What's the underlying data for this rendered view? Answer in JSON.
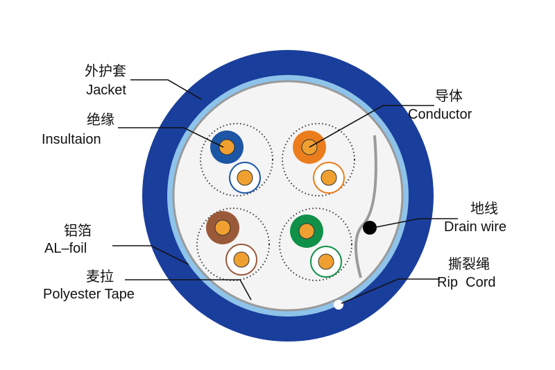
{
  "labels": {
    "jacket": {
      "zh": "外护套",
      "en": "Jacket"
    },
    "insulation": {
      "zh": "绝缘",
      "en": "Insultaion"
    },
    "al_foil": {
      "zh": "铝箔",
      "en": "AL–foil"
    },
    "polyester_tape": {
      "zh": "麦拉",
      "en": "Polyester Tape"
    },
    "conductor": {
      "zh": "导体",
      "en": "Conductor"
    },
    "drain_wire": {
      "zh": "地线",
      "en": "Drain wire"
    },
    "rip_cord": {
      "zh": "撕裂绳",
      "en": "Rip  Cord"
    }
  },
  "colors": {
    "jacket": "#1a3e9c",
    "jacket_inner_ring": "#8ec3ea",
    "core_fill": "#f4f4f4",
    "pair_blue": "#1d56a5",
    "pair_orange": "#ec7d1c",
    "pair_brown": "#9a5a3a",
    "pair_green": "#109048",
    "conductor": "#f0a030",
    "leader": "#111111"
  }
}
